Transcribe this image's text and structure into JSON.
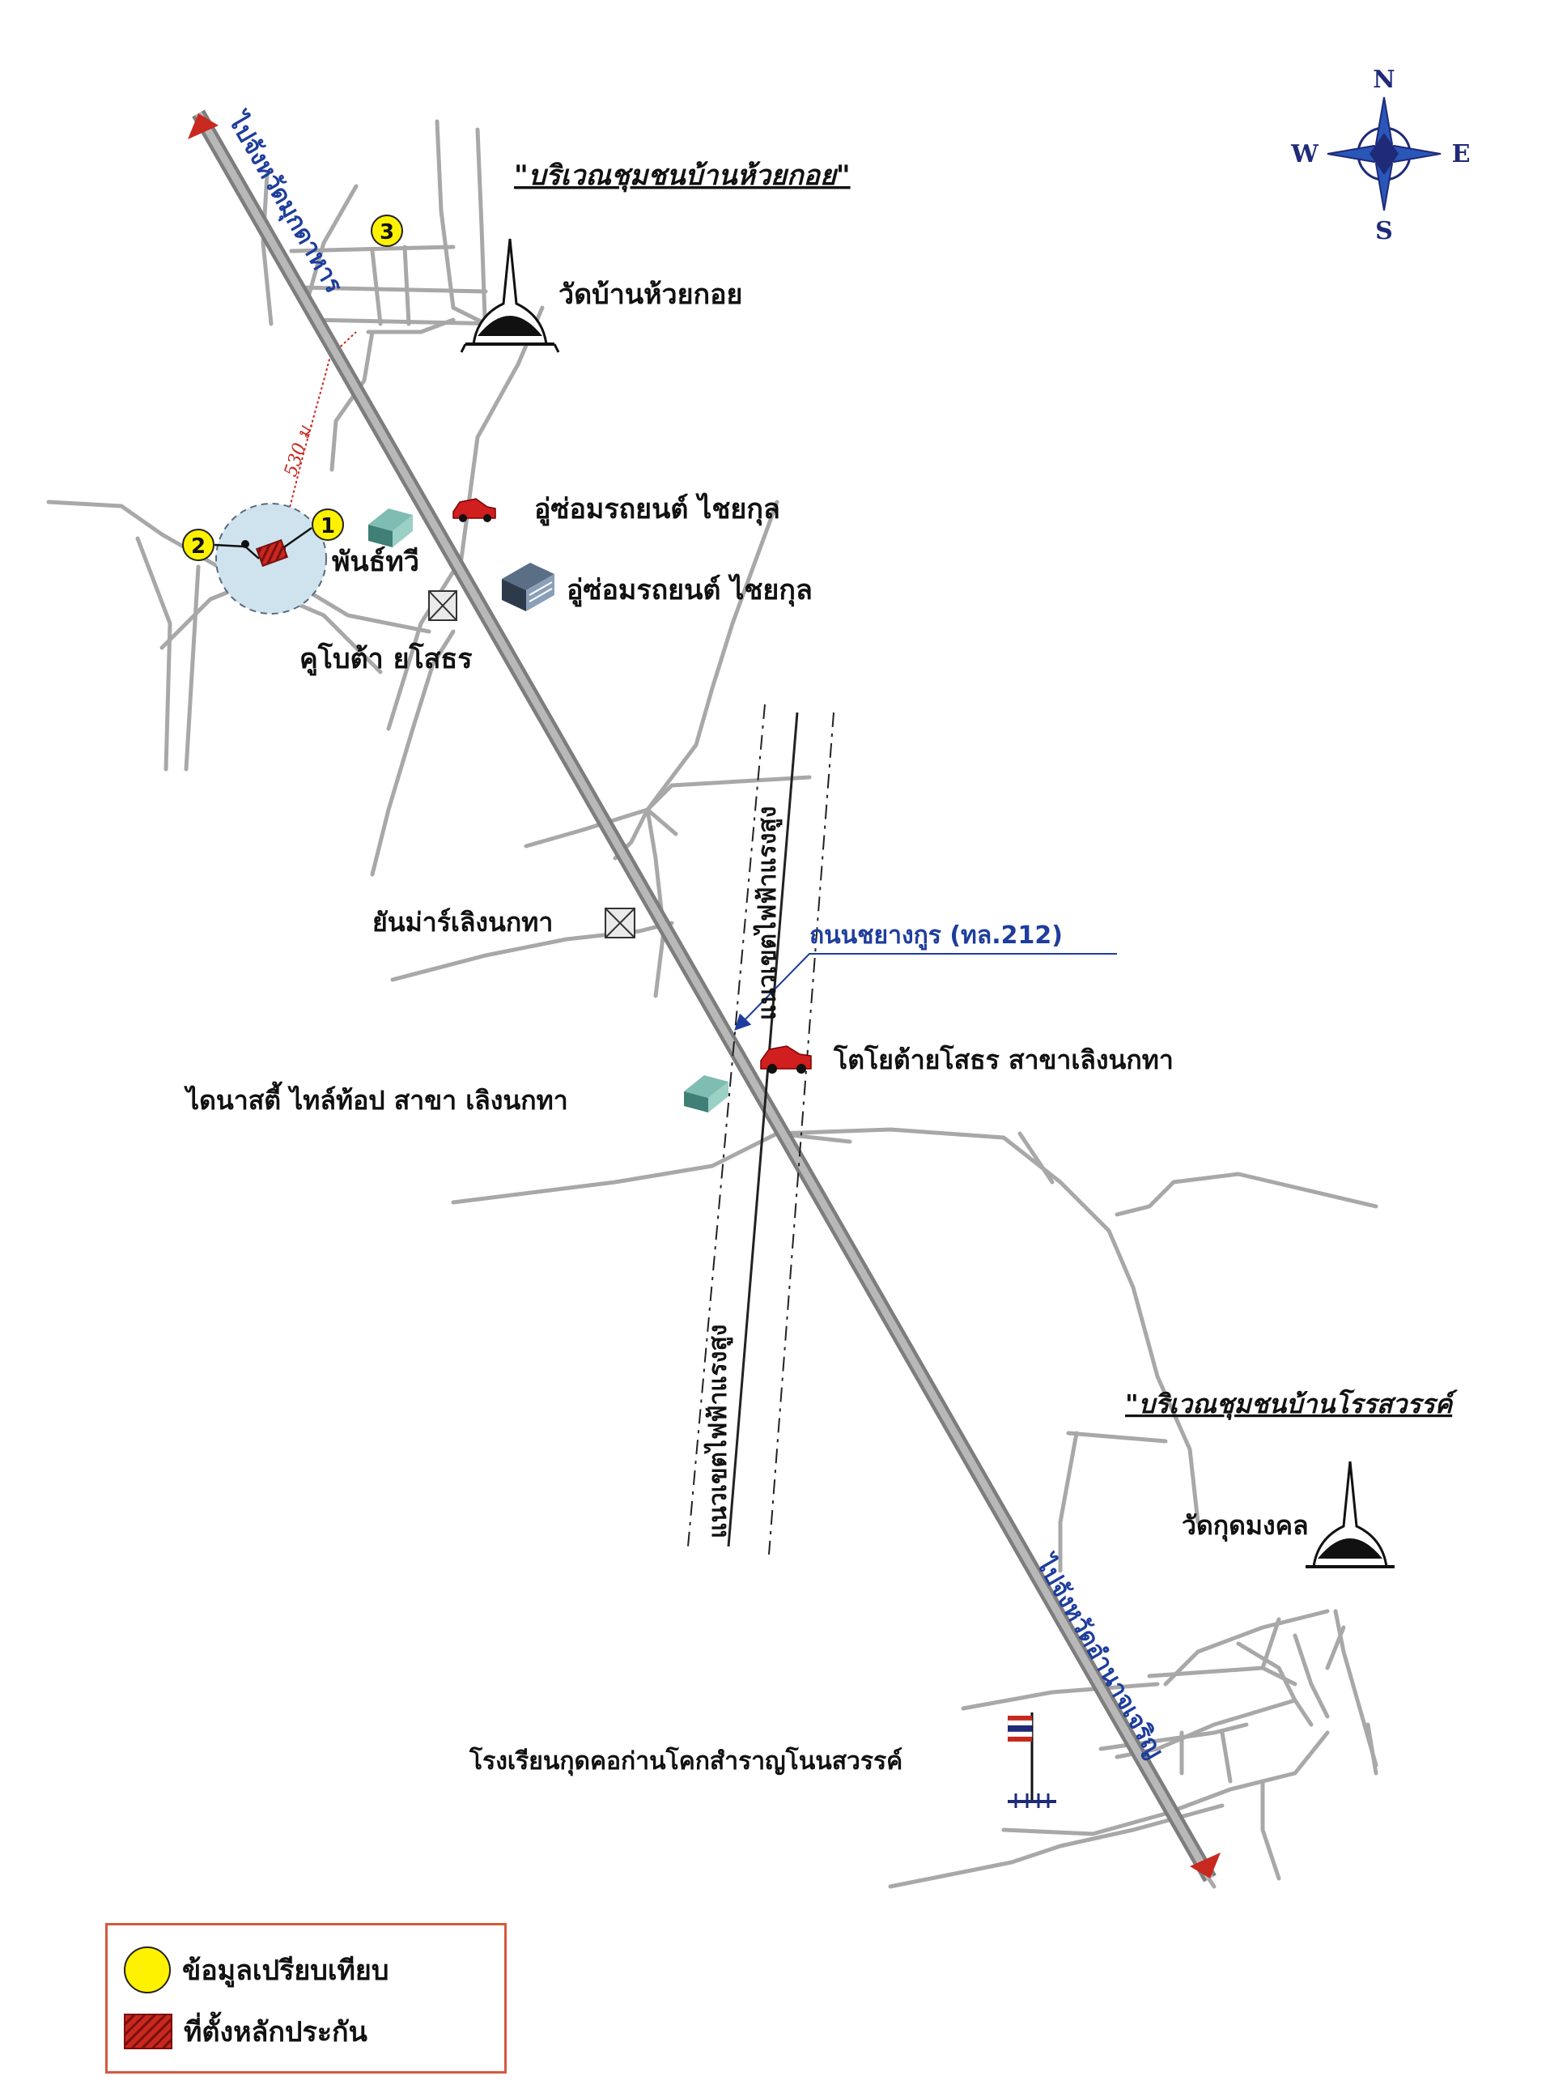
{
  "labels": {
    "community_north": "\"บริเวณชุมชนบ้านห้วยกอย\"",
    "community_south": "\"บริเวณชุมชนบ้านโรรสวรรค์",
    "temple_north": "วัดบ้านห้วยกอย",
    "temple_south": "วัดกุดมงคล",
    "garage_1": "อู่ซ่อมรถยนต์ ไชยกุล",
    "garage_2": "อู่ซ่อมรถยนต์ ไชยกุล",
    "phanthawi": "พันธ์ทวี",
    "kubota": "คูโบต้า ยโสธร",
    "yanmar": "ยันม่าร์เลิงนกทา",
    "toyota": "โตโยต้ายโสธร สาขาเลิงนกทา",
    "dynasty": "ไดนาสตี้ ไทล์ท้อป สาขา เลิงนกทา",
    "road_name": "ถนนชยางกูร (ทล.212)",
    "powerline_top": "แนวเขตไฟฟ้าแรงสูง",
    "powerline_bottom": "แนวเขตไฟฟ้าแรงสูง",
    "to_north": "ไปจังหวัดมุกดาหาร",
    "to_south": "ไปจังหวัดอำนาจเจริญ",
    "school": "โรงเรียนกุดคอก่านโคกสำราญโนนสวรรค์",
    "distance": "530 ม."
  },
  "markers": [
    "1",
    "2",
    "3"
  ],
  "compass": {
    "n": "N",
    "s": "S",
    "e": "E",
    "w": "W"
  },
  "legend": {
    "comparison": "ข้อมูลเปรียบเทียบ",
    "collateral": "ที่ตั้งหลักประกัน"
  },
  "colors": {
    "highway": "#9a9a9a",
    "roads": "#a8a8a8",
    "road_label": "#1e3d9c",
    "marker_fill": "#fff200",
    "collateral": "#c8281e",
    "buffer": "#cfe3ef",
    "arrow": "#c8281e"
  },
  "icons": {
    "temple": "stupa-icon",
    "car": "car-icon",
    "building": "building-icon",
    "warehouse": "warehouse-icon",
    "box": "box-icon",
    "school": "school-flag-icon",
    "compass": "compass-rose-icon"
  }
}
